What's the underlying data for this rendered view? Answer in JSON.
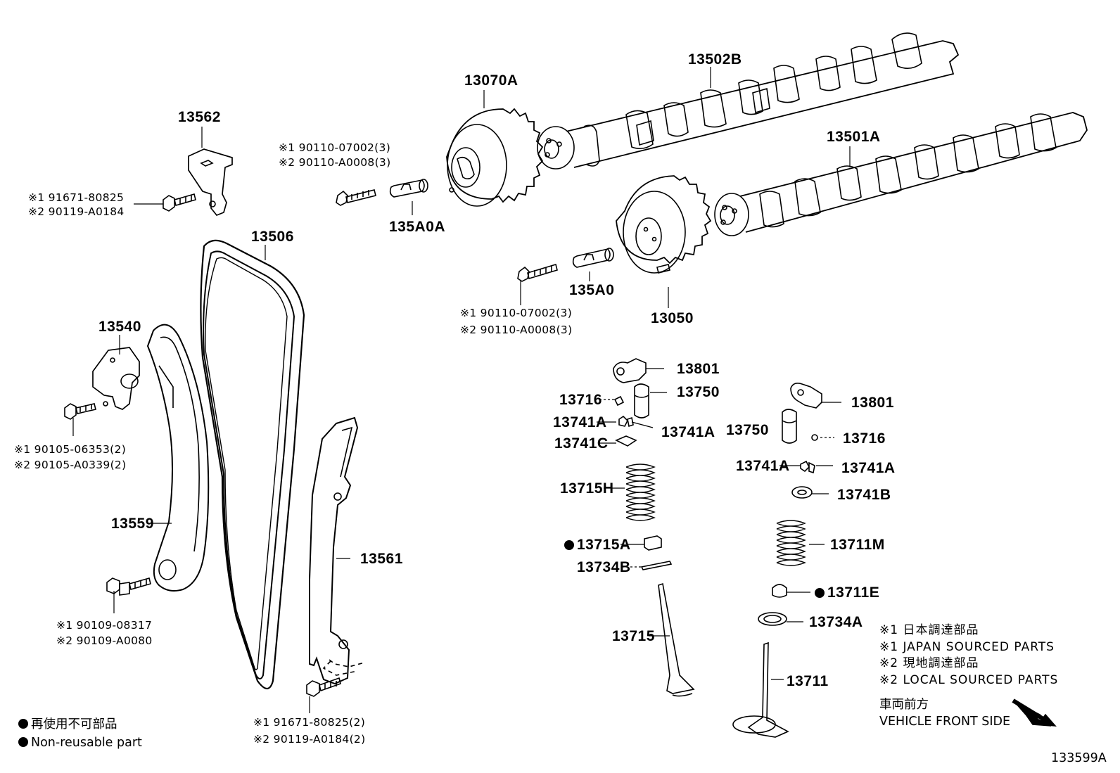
{
  "parts": {
    "p13562": "13562",
    "p13070A": "13070A",
    "p13502B": "13502B",
    "p13501A": "13501A",
    "p135A0A": "135A0A",
    "p135A0": "135A0",
    "p13050": "13050",
    "p13506": "13506",
    "p13540": "13540",
    "p13559": "13559",
    "p13561": "13561",
    "p13801": "13801",
    "p13716": "13716",
    "p13750": "13750",
    "p13741A": "13741A",
    "p13741C": "13741C",
    "p13715H": "13715H",
    "p13715A": "13715A",
    "p13734B": "13734B",
    "p13715": "13715",
    "p13741B": "13741B",
    "p13711M": "13711M",
    "p13711E": "13711E",
    "p13734A": "13734A",
    "p13711": "13711"
  },
  "notes": {
    "n1a": "※1 91671-80825",
    "n1b": "※2 90119-A0184",
    "n2a": "※1 90110-07002(3)",
    "n2b": "※2 90110-A0008(3)",
    "n3a": "※1 90110-07002(3)",
    "n3b": "※2 90110-A0008(3)",
    "n4a": "※1 90105-06353(2)",
    "n4b": "※2 90105-A0339(2)",
    "n5a": "※1 90109-08317",
    "n5b": "※2 90109-A0080",
    "n6a": "※1 91671-80825(2)",
    "n6b": "※2 90119-A0184(2)"
  },
  "legend": {
    "jp1": "※1 日本調達部品",
    "en1": "※1 JAPAN SOURCED PARTS",
    "jp2": "※2 現地調達部品",
    "en2": "※2 LOCAL SOURCED PARTS",
    "front_jp": "車両前方",
    "front_en": "VEHICLE FRONT SIDE",
    "nonreuse_jp": "再使用不可部品",
    "nonreuse_en": "Non-reusable part",
    "diagram_id": "133599A"
  }
}
